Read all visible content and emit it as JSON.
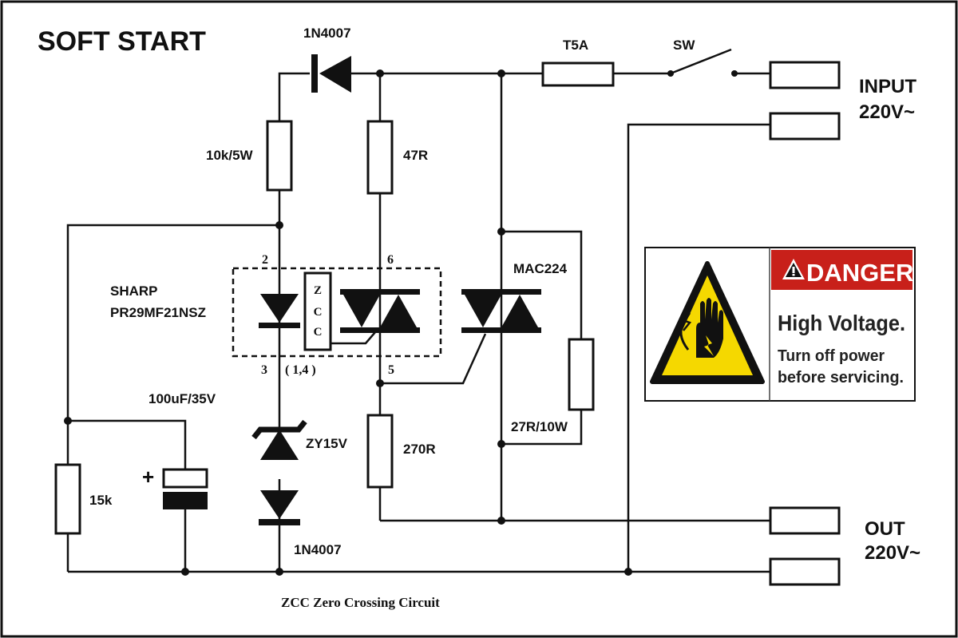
{
  "title": "SOFT START",
  "diode_top": "1N4007",
  "fuse": "T5A",
  "switch": "SW",
  "input_label": "INPUT",
  "input_voltage": "220V~",
  "output_label": "OUT",
  "output_voltage": "220V~",
  "r_10k": "10k/5W",
  "r_47": "47R",
  "triac": "MAC224",
  "opto_brand": "SHARP",
  "opto_part": "PR29MF21NSZ",
  "pin_2": "2",
  "pin_6": "6",
  "pin_3": "3",
  "pin_14": "( 1,4 )",
  "pin_5": "5",
  "zcc_z": "Z",
  "zcc_c1": "C",
  "zcc_c2": "C",
  "cap": "100uF/35V",
  "cap_plus": "+",
  "zener": "ZY15V",
  "diode_bottom": "1N4007",
  "r_270": "270R",
  "r_27": "27R/10W",
  "r_15k": "15k",
  "caption": "ZCC Zero Crossing Circuit",
  "danger": {
    "header": "DANGER",
    "line1": "High Voltage.",
    "line2": "Turn off power",
    "line3": "before servicing.",
    "header_color": "#c8201a",
    "triangle_color": "#f5d800"
  }
}
